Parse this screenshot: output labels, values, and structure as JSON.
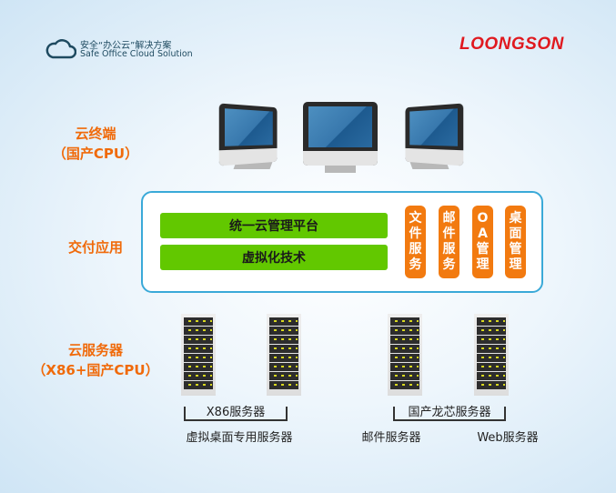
{
  "header": {
    "logo_cn": "安全“办公云”解决方案",
    "logo_en": "Safe Office Cloud Solution",
    "brand": "LOONGSON"
  },
  "left_labels": {
    "cloud_terminal": "云终端",
    "cloud_terminal_cpu": "（国产CPU）",
    "delivery": "交付应用",
    "cloud_server": "云服务器",
    "cloud_server_cpu": "（X86+国产CPU）"
  },
  "panel": {
    "bars": [
      "统一云管理平台",
      "虚拟化技术"
    ],
    "pills": [
      [
        "文",
        "件",
        "服",
        "务"
      ],
      [
        "邮",
        "件",
        "服",
        "务"
      ],
      [
        "O",
        "A",
        "管",
        "理"
      ],
      [
        "桌",
        "面",
        "管",
        "理"
      ]
    ]
  },
  "servers": {
    "group1": "X86服务器",
    "group2": "国产龙芯服务器",
    "labels": [
      "虚拟桌面专用服务器",
      "邮件服务器",
      "Web服务器"
    ]
  },
  "colors": {
    "accent": "#f06a0a",
    "green": "#62c800",
    "border": "#3aa9d8",
    "brand": "#e0191f"
  }
}
